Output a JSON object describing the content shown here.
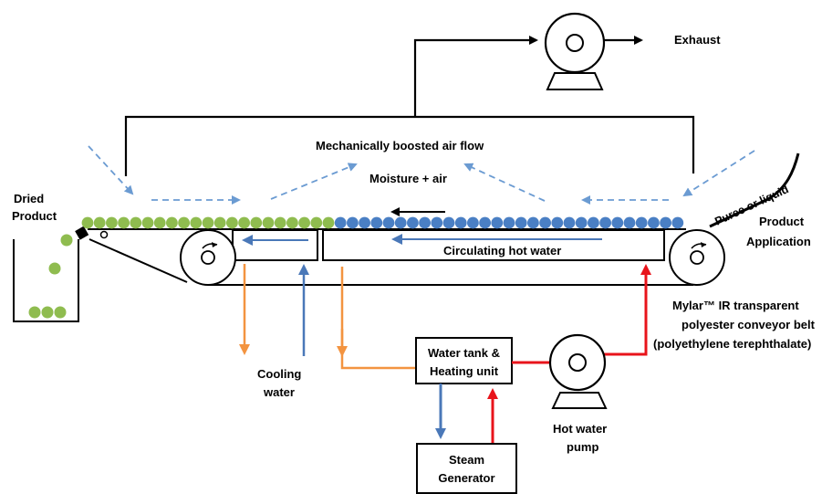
{
  "labels": {
    "exhaust": "Exhaust",
    "airflow": "Mechanically boosted air flow",
    "moisture": "Moisture + air",
    "dried_1": "Dried",
    "dried_2": "Product",
    "puree": "Puree or liquid",
    "product_app_1": "Product",
    "product_app_2": "Application",
    "circulating": "Circulating hot water",
    "mylar_1": "Mylar™ IR transparent",
    "mylar_2": "polyester conveyor belt",
    "mylar_3": "(polyethylene terephthalate)",
    "cooling_1": "Cooling",
    "cooling_2": "water",
    "tank_1": "Water tank &",
    "tank_2": "Heating unit",
    "pump_1": "Hot water",
    "pump_2": "pump",
    "steam_1": "Steam",
    "steam_2": "Generator"
  },
  "colors": {
    "dried_bead": "#8fbc4f",
    "wet_bead": "#4a7fc4",
    "hot_line": "#e8141b",
    "cold_line": "#4a78b8",
    "return_line": "#f39440",
    "air_flow": "#6b9bd2",
    "outline": "#000000"
  }
}
